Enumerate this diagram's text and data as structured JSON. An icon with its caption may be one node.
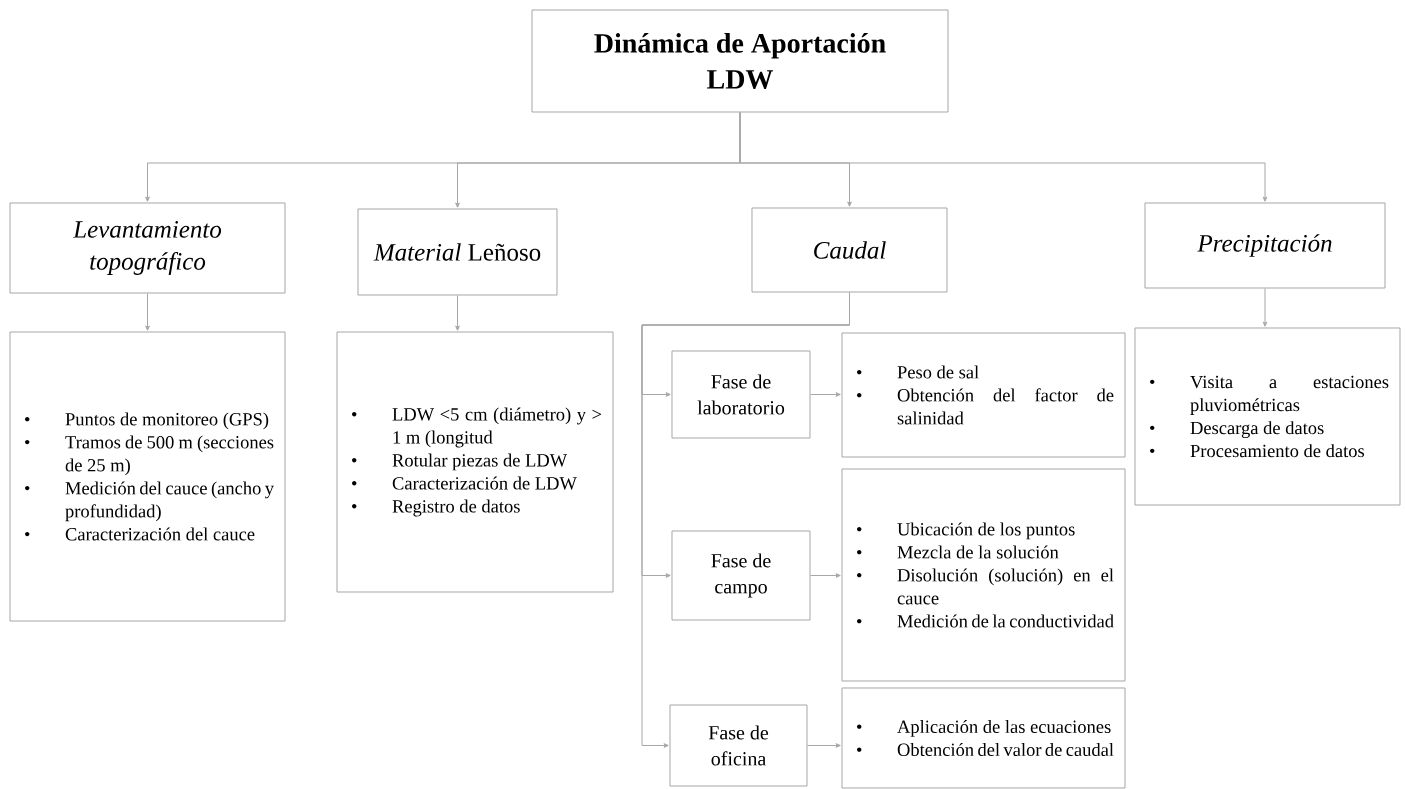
{
  "diagram": {
    "nodes": [
      {
        "text": [
          "Dinámica de Aportación LDW"
        ]
      },
      {
        "text": [
          "Levantamiento topográfico"
        ]
      },
      {
        "text": [
          "*Material* Leñoso"
        ]
      },
      {
        "text": [
          "Caudal"
        ]
      },
      {
        "text": [
          "Precipitación"
        ]
      },
      {
        "text": [
          "Puntos de monitoreo (GPS)",
          "Tramos de 500 m (secciones de 25 m)",
          "Medición del cauce (ancho y profundidad)",
          "Caracterización del cauce"
        ]
      },
      {
        "text": [
          "LDW <5 cm (diámetro) y > 1 m (longitud",
          "Rotular piezas de LDW",
          "Caracterización de LDW",
          "Registro de datos"
        ]
      },
      {
        "text": [
          "Fase de laboratorio"
        ]
      },
      {
        "text": [
          "Peso de sal",
          "Obtención del factor de salinidad"
        ]
      },
      {
        "text": [
          "Fase de campo"
        ]
      },
      {
        "text": [
          "Ubicación de los puntos",
          "Mezcla de la solución",
          "Disolución (solución) en el cauce",
          "Medición de la conductividad"
        ]
      },
      {
        "text": [
          "Fase de oficina"
        ]
      },
      {
        "text": [
          "Aplicación de las ecuaciones",
          "Obtención del valor de caudal"
        ]
      },
      {
        "text": [
          "Visita a estaciones pluviométricas",
          "Descarga de datos",
          "Procesamiento de datos"
        ]
      }
    ],
    "edges": [
      {
        "from": 0,
        "to": 1,
        "arrow": "to"
      },
      {
        "from": 0,
        "to": 2,
        "arrow": "to"
      },
      {
        "from": 0,
        "to": 3,
        "arrow": "to"
      },
      {
        "from": 0,
        "to": 4,
        "arrow": "to"
      },
      {
        "from": 1,
        "to": 5,
        "arrow": "to"
      },
      {
        "from": 2,
        "to": 6,
        "arrow": "to"
      },
      {
        "from": 3,
        "to": 7,
        "arrow": "to"
      },
      {
        "from": 3,
        "to": 9,
        "arrow": "to"
      },
      {
        "from": 3,
        "to": 11,
        "arrow": "to"
      },
      {
        "from": 7,
        "to": 8,
        "arrow": "to"
      },
      {
        "from": 9,
        "to": 10,
        "arrow": "to"
      },
      {
        "from": 11,
        "to": 12,
        "arrow": "to"
      },
      {
        "from": 4,
        "to": 13,
        "arrow": "to"
      }
    ]
  }
}
